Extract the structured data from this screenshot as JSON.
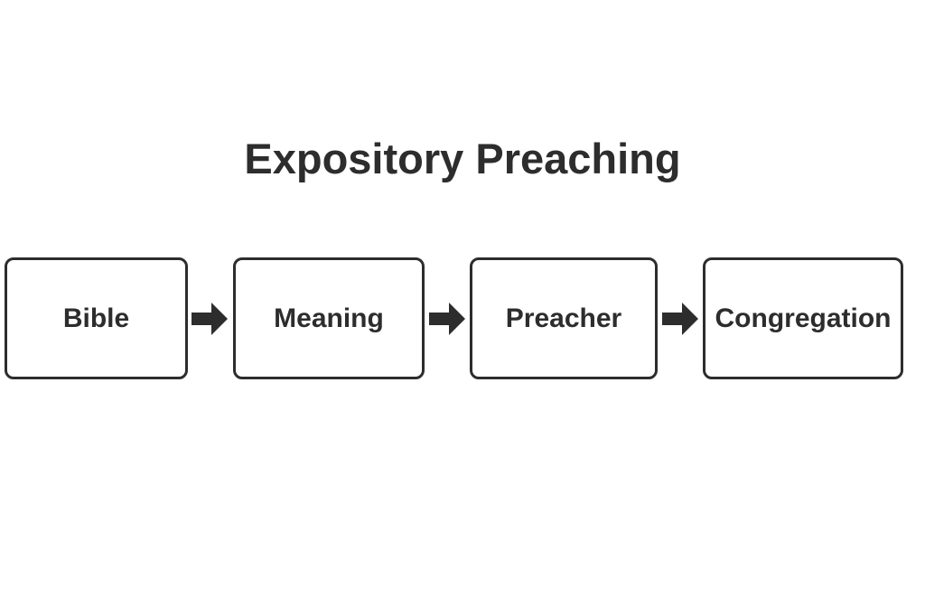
{
  "diagram": {
    "title": "Expository Preaching",
    "boxes": [
      {
        "label": "Bible"
      },
      {
        "label": "Meaning"
      },
      {
        "label": "Preacher"
      },
      {
        "label": "Congregation"
      }
    ],
    "arrows": [
      {
        "name": "arrow-bible-to-meaning"
      },
      {
        "name": "arrow-meaning-to-preacher"
      },
      {
        "name": "arrow-preacher-to-congregation"
      }
    ],
    "colors": {
      "ink": "#2d2d2d",
      "background": "#ffffff",
      "box_fill": "#ffffff"
    }
  }
}
